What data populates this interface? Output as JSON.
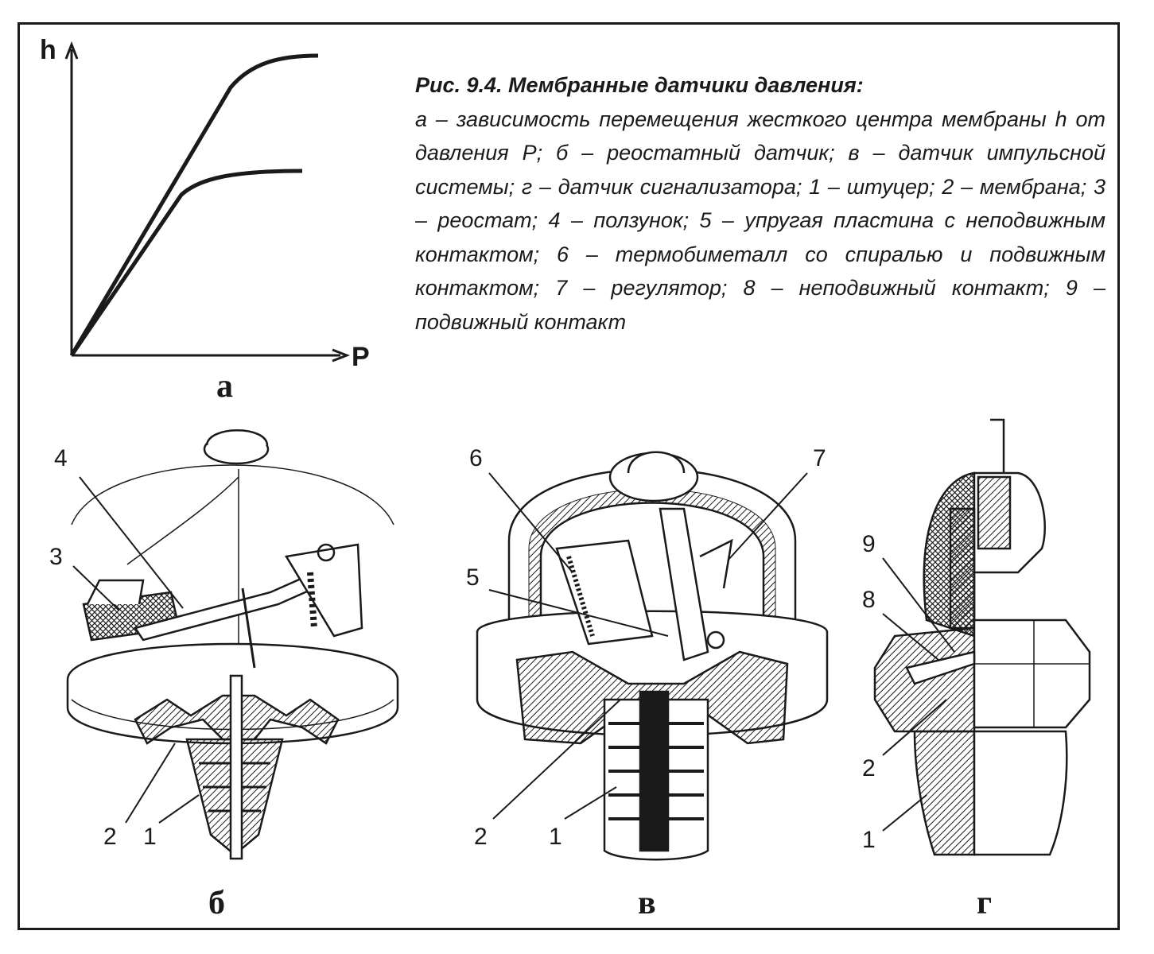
{
  "caption": {
    "title": "Рис. 9.4. Мембранные датчики давления:",
    "body": "а – зависимость перемещения жесткого центра мембраны h от давления P; б – реостатный датчик; в – датчик импульсной системы; г – датчик сигнализатора; 1 – штуцер; 2 – мембрана; 3 – реостат; 4 – ползунок; 5 – упругая пластина с неподвижным контактом; 6 – термобиметалл со спиралью и подвижным контактом; 7 – регулятор; 8 – неподвижный контакт; 9 – подвижный контакт"
  },
  "graph": {
    "y_axis_label": "h",
    "x_axis_label": "P",
    "panel_label": "а"
  },
  "panels": {
    "b": {
      "label": "б",
      "callouts": [
        "4",
        "3",
        "2",
        "1"
      ]
    },
    "v": {
      "label": "в",
      "callouts": [
        "6",
        "7",
        "5",
        "2",
        "1"
      ]
    },
    "g": {
      "label": "г",
      "callouts": [
        "9",
        "8",
        "2",
        "1"
      ]
    }
  },
  "colors": {
    "ink": "#1a1a1a",
    "paper": "#ffffff"
  }
}
